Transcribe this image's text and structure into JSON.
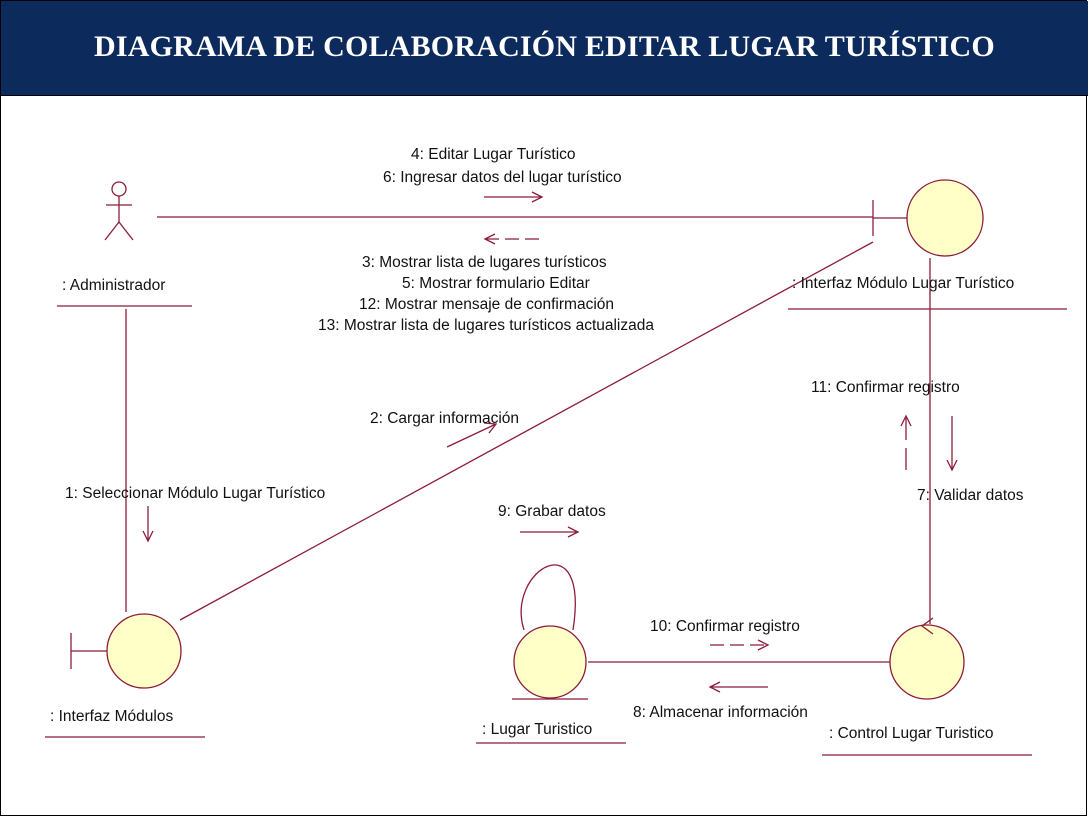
{
  "title": "DIAGRAMA DE COLABORACIÓN EDITAR LUGAR TURÍSTICO",
  "colors": {
    "banner": "#0c2a5b",
    "line": "#8b1c3a",
    "object_fill": "#ffffc8",
    "text": "#111111"
  },
  "objects": {
    "administrador": ": Administrador",
    "interfaz_modulo_lugar": ": Interfaz Módulo Lugar Turístico",
    "interfaz_modulos": ": Interfaz Módulos",
    "lugar_turistico": ": Lugar Turistico",
    "control_lugar": ": Control Lugar Turistico"
  },
  "messages": {
    "m4": "4: Editar Lugar Turístico",
    "m6": "6: Ingresar datos del lugar turístico",
    "m3": "3: Mostrar lista de lugares turísticos",
    "m5": "5: Mostrar formulario Editar",
    "m12": "12: Mostrar mensaje de confirmación",
    "m13": "13: Mostrar lista de lugares turísticos actualizada",
    "m2": "2: Cargar información",
    "m1": "1: Seleccionar Módulo Lugar Turístico",
    "m11": "11: Confirmar registro",
    "m7": "7: Validar datos",
    "m9": "9: Grabar datos",
    "m10": "10: Confirmar registro",
    "m8": "8: Almacenar información"
  }
}
